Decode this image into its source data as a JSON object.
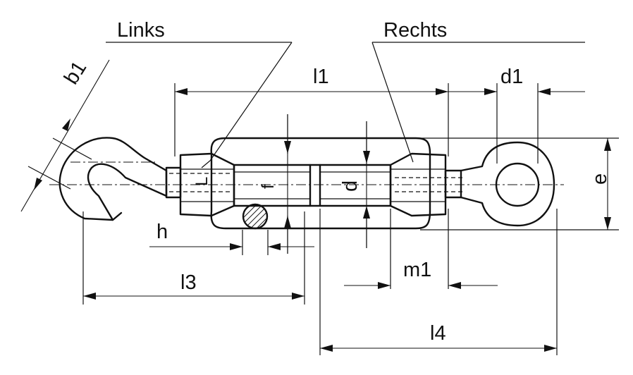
{
  "labels": {
    "links": "Links",
    "rechts": "Rechts",
    "b1": "b1",
    "l1": "l1",
    "d1": "d1",
    "e": "e",
    "L": "L",
    "f": "f",
    "d": "d",
    "h": "h",
    "l3": "l3",
    "m1": "m1",
    "l4": "l4"
  }
}
